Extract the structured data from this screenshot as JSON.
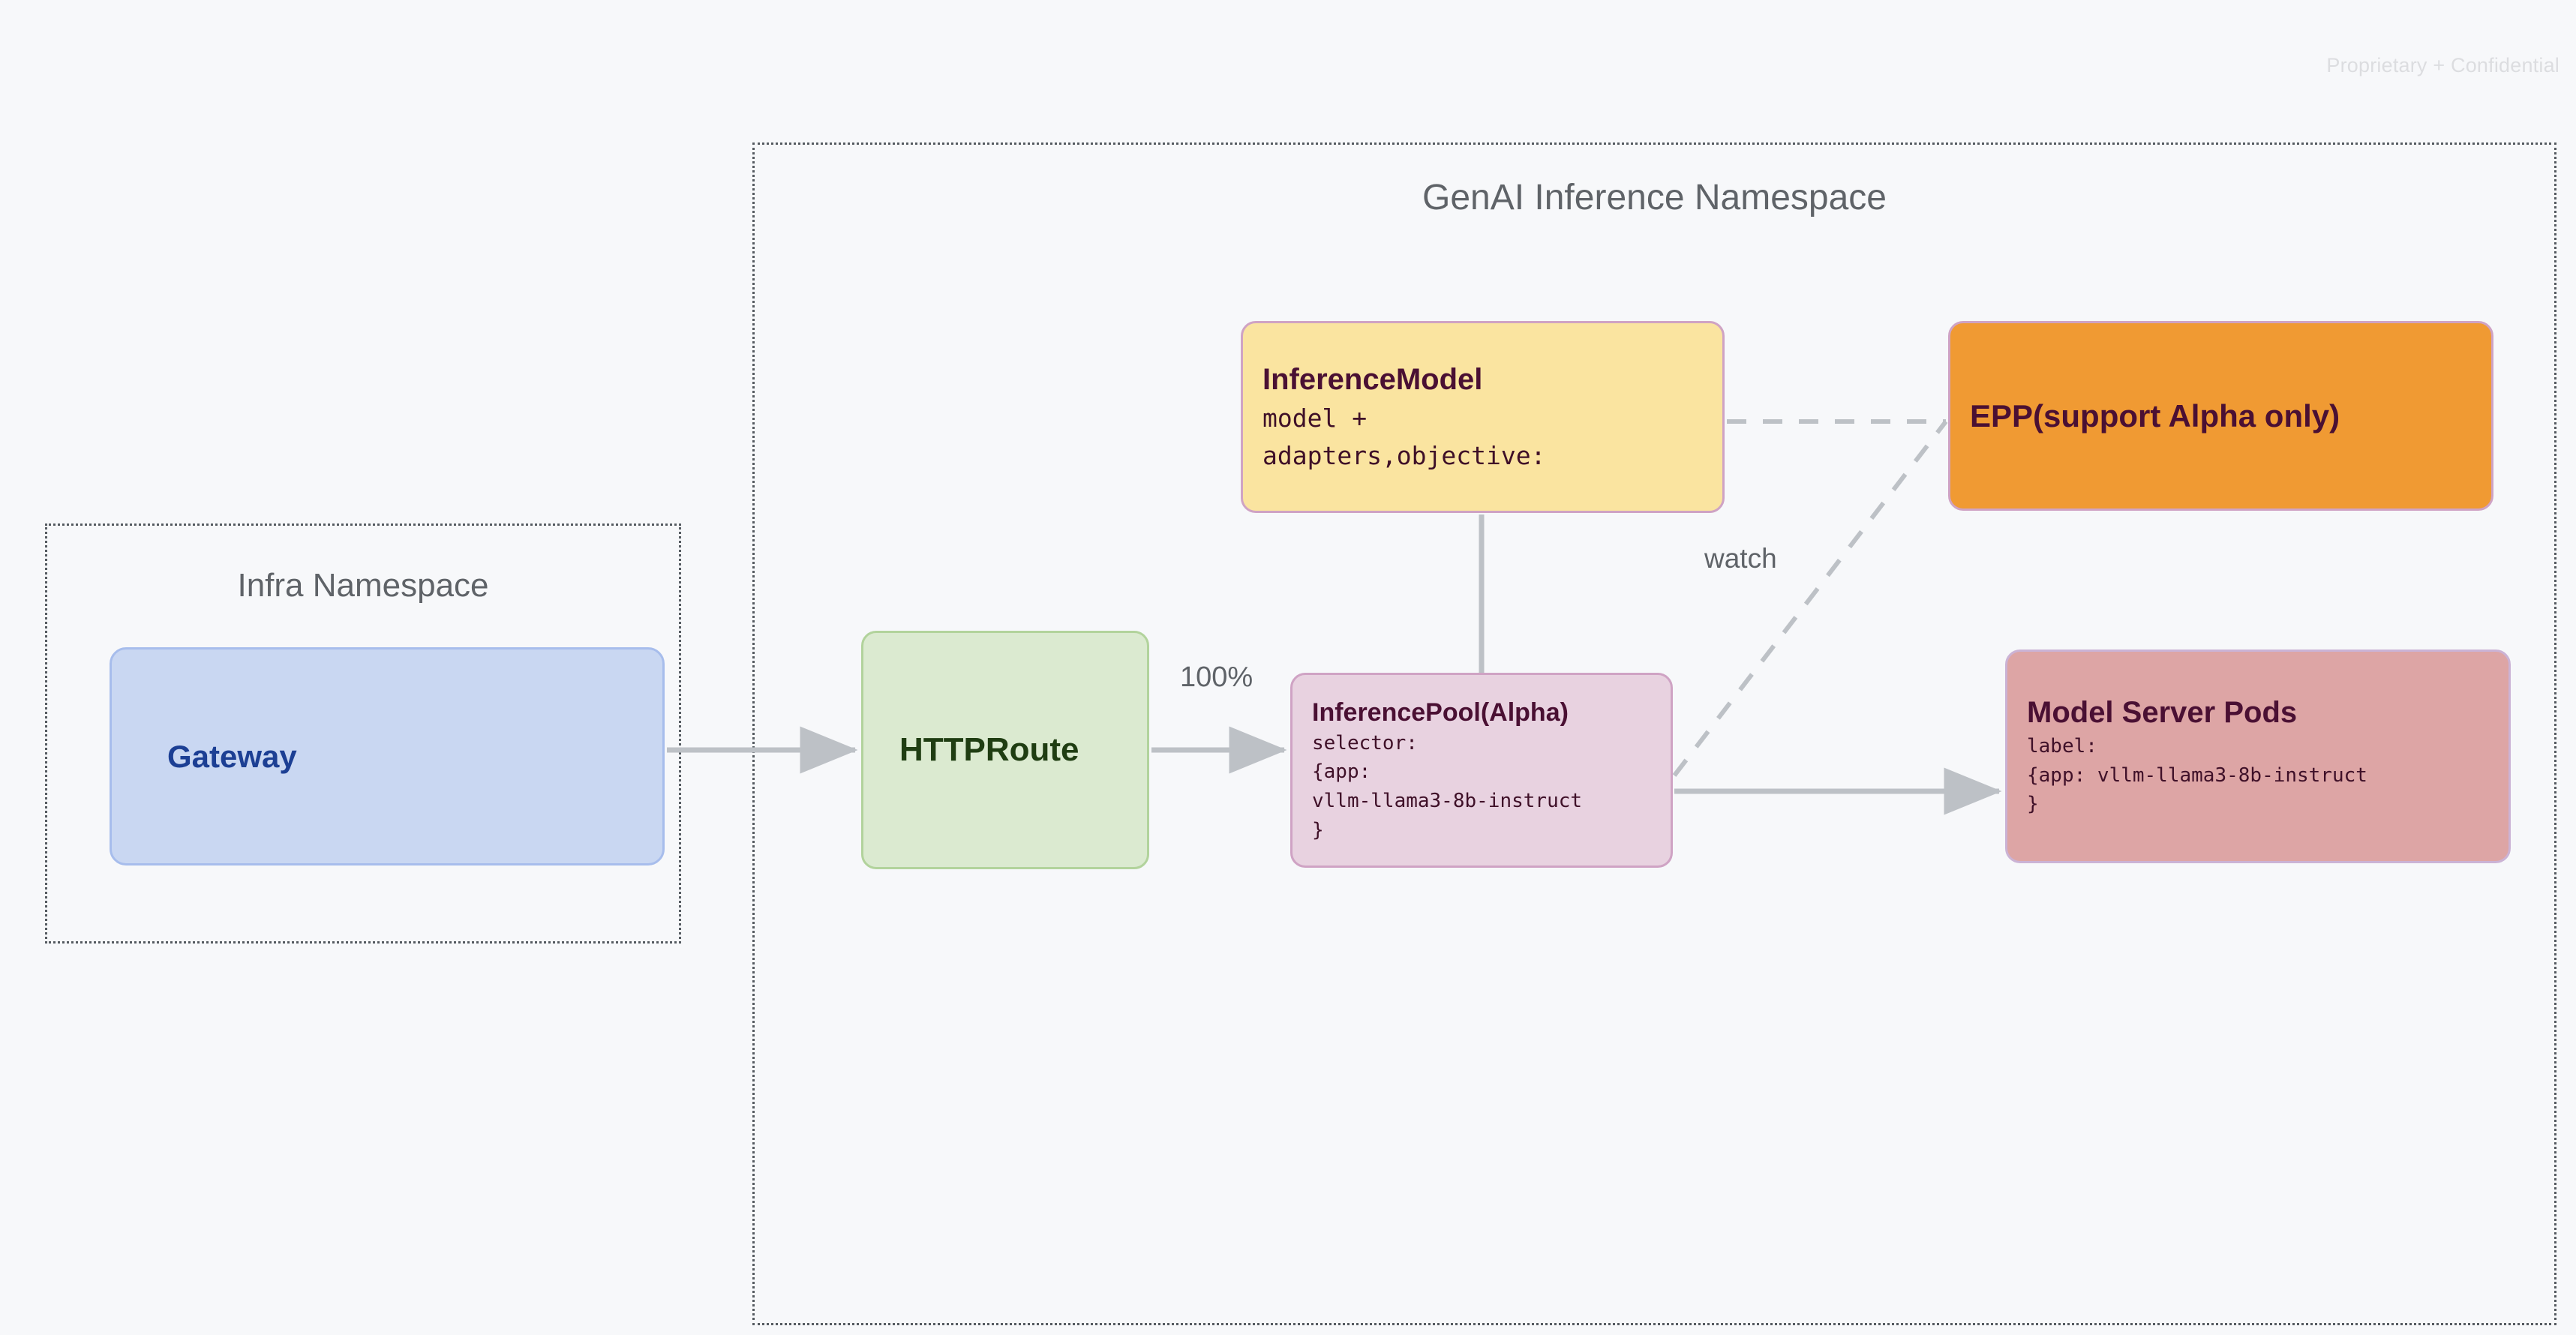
{
  "watermark": "Proprietary + Confidential",
  "namespaces": [
    {
      "id": "infra",
      "title": "Infra Namespace"
    },
    {
      "id": "genai",
      "title": "GenAI Inference Namespace"
    }
  ],
  "nodes": {
    "gateway": {
      "title": "Gateway",
      "fill": "#c9d7f2",
      "border": "#a7bdec",
      "text_color": "#1c3f94"
    },
    "httproute": {
      "title": "HTTPRoute",
      "fill": "#dbead0",
      "border": "#b2d39c",
      "text_color": "#1f3d12"
    },
    "inference_model": {
      "title": "InferenceModel",
      "line1": "model +",
      "line2": "adapters,objective:",
      "fill": "#fae4a0",
      "border": "#cfa3c4",
      "text_color": "#4a1033"
    },
    "inference_pool": {
      "title": "InferencePool(Alpha)",
      "line1": "selector:",
      "line2": "{app:",
      "line3": "vllm-llama3-8b-instruct",
      "line4": "}",
      "fill": "#e8d2e0",
      "border": "#cfa3c4",
      "text_color": "#4a1033"
    },
    "epp": {
      "title": "EPP(support Alpha only)",
      "fill": "#f09a33",
      "border": "#cfa3c4",
      "text_color": "#4a1033"
    },
    "model_server_pods": {
      "title": "Model Server Pods",
      "line1": "label:",
      "line2": "{app: vllm-llama3-8b-instruct",
      "line3": "}",
      "fill": "#dda5a5",
      "border": "#cbb3d5",
      "text_color": "#4a1033"
    }
  },
  "edges": {
    "gateway_to_httproute": {
      "label": "",
      "style": "solid-arrow"
    },
    "httproute_to_pool": {
      "label": "100%",
      "style": "solid-arrow"
    },
    "model_to_pool": {
      "label": "",
      "style": "solid-plain"
    },
    "model_to_epp": {
      "label": "",
      "style": "dashed"
    },
    "pool_to_epp": {
      "label": "watch",
      "style": "dashed"
    },
    "pool_to_pods": {
      "label": "",
      "style": "solid-arrow"
    }
  },
  "colors": {
    "background": "#f7f8fa",
    "edge": "#bdc1c6",
    "namespace_border": "#555b61",
    "namespace_title": "#5f6368",
    "watermark": "#dcdde0"
  }
}
